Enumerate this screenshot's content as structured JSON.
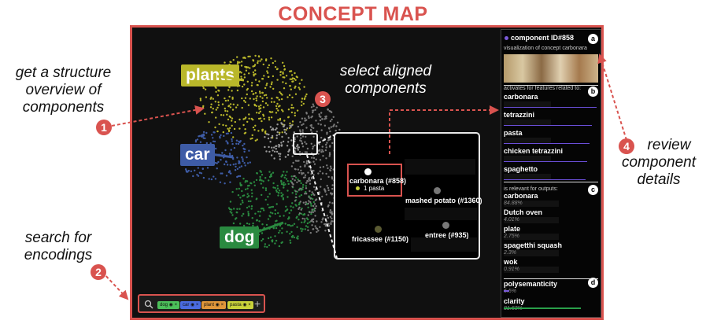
{
  "title": "CONCEPT MAP",
  "annotations": {
    "a1": "get a structure overview of components",
    "a2": "search for encodings",
    "a3": "select aligned components",
    "a4": "review component details"
  },
  "steps": [
    "1",
    "2",
    "3",
    "4"
  ],
  "categories": [
    {
      "label": "plants",
      "color": "#b9b72a"
    },
    {
      "label": "car",
      "color": "#3e5ca6"
    },
    {
      "label": "dog",
      "color": "#2a8a40"
    }
  ],
  "zoom": {
    "selected": {
      "label": "carbonara (#858)",
      "sub": "1 pasta"
    },
    "points": [
      {
        "label": "mashed potato (#1360)"
      },
      {
        "label": "fricassee (#1150)"
      },
      {
        "label": "entree (#935)"
      }
    ]
  },
  "search": {
    "chips": [
      {
        "label": "dog",
        "color": "#4cc05a"
      },
      {
        "label": "car",
        "color": "#4a6be0"
      },
      {
        "label": "plant",
        "color": "#e0963a"
      },
      {
        "label": "pasta",
        "color": "#c9d23a"
      }
    ],
    "add": "+"
  },
  "panel": {
    "header": "component ID#858",
    "viz_caption": "visualization of concept carbonara",
    "section_b_title": "activates for features related to:",
    "features": [
      {
        "label": "carbonara",
        "value": 1.0
      },
      {
        "label": "tetrazzini",
        "value": 0.95
      },
      {
        "label": "pasta",
        "value": 0.92
      },
      {
        "label": "chicken tetrazzini",
        "value": 0.9
      },
      {
        "label": "spaghetto",
        "value": 0.88
      }
    ],
    "section_c_title": "is relevant for outputs:",
    "outputs": [
      {
        "label": "carbonara",
        "pct": "84.88%"
      },
      {
        "label": "Dutch oven",
        "pct": "4.01%"
      },
      {
        "label": "plate",
        "pct": "2.75%"
      },
      {
        "label": "spagetthi squash",
        "pct": "2.3%"
      },
      {
        "label": "wok",
        "pct": "0.91%"
      }
    ],
    "metrics": [
      {
        "label": "polysemanticity",
        "pct": "5.5%",
        "color": "#7a5ad8"
      },
      {
        "label": "clarity",
        "pct": "81.63%",
        "color": "#2aa04a"
      }
    ],
    "section_badges": [
      "a",
      "b",
      "c",
      "d"
    ]
  }
}
